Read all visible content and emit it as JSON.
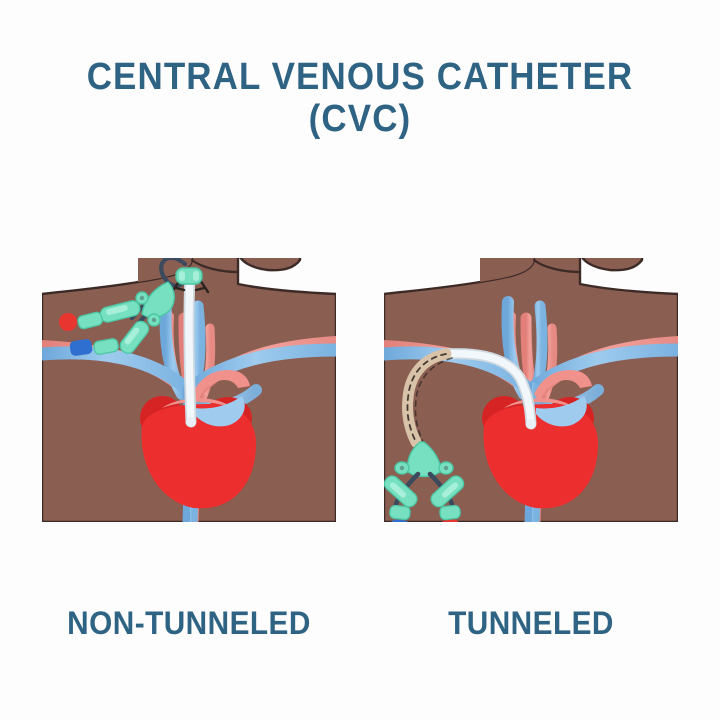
{
  "poster": {
    "background_color": "#fdfdfd",
    "title_line1": "CENTRAL VENOUS CATHETER",
    "title_line2": "(CVC)",
    "title_color": "#2e6384",
    "watermark": ""
  },
  "palette": {
    "skin": "#8b5e52",
    "skin_outline": "#3b2a26",
    "skin_shadow": "#7d5349",
    "vein_blue": "#8dc0e8",
    "vein_blue_dark": "#6ea8da",
    "artery_pink": "#f0918c",
    "artery_pink_dark": "#e27f79",
    "heart_red": "#ed2e2e",
    "heart_red_dark": "#d62424",
    "catheter_white": "#f2f7fb",
    "catheter_outline": "#cfd9e0",
    "hub_green": "#76e0c0",
    "hub_green_dark": "#4cc7a4",
    "tube_dark": "#3c4a5e",
    "cap_red": "#e8352f",
    "cap_blue": "#2f6fd0",
    "tunnel_tan": "#d8c2a8",
    "tunnel_dash": "#2b2320",
    "title_blue": "#2e6384"
  },
  "panels": [
    {
      "id": "non-tunneled",
      "caption": "NON-TUNNELED",
      "catheter_type": "non-tunneled",
      "insertion_site": "internal jugular vein",
      "exit_site": "neck",
      "lumen_count": 2,
      "lumen_caps": [
        "red",
        "blue"
      ],
      "has_subcutaneous_tunnel": false,
      "has_securement_sutures": true
    },
    {
      "id": "tunneled",
      "caption": "TUNNELED",
      "catheter_type": "tunneled",
      "insertion_site": "subclavian vein",
      "exit_site": "chest wall",
      "lumen_count": 2,
      "lumen_caps": [
        "blue",
        "red"
      ],
      "has_subcutaneous_tunnel": true,
      "has_securement_sutures": false
    }
  ],
  "anatomy": {
    "structures": [
      "head and neck profile",
      "shoulders and upper chest",
      "internal jugular vein",
      "subclavian vein",
      "brachiocephalic vein",
      "superior vena cava",
      "aortic arch",
      "carotid artery",
      "heart"
    ]
  }
}
